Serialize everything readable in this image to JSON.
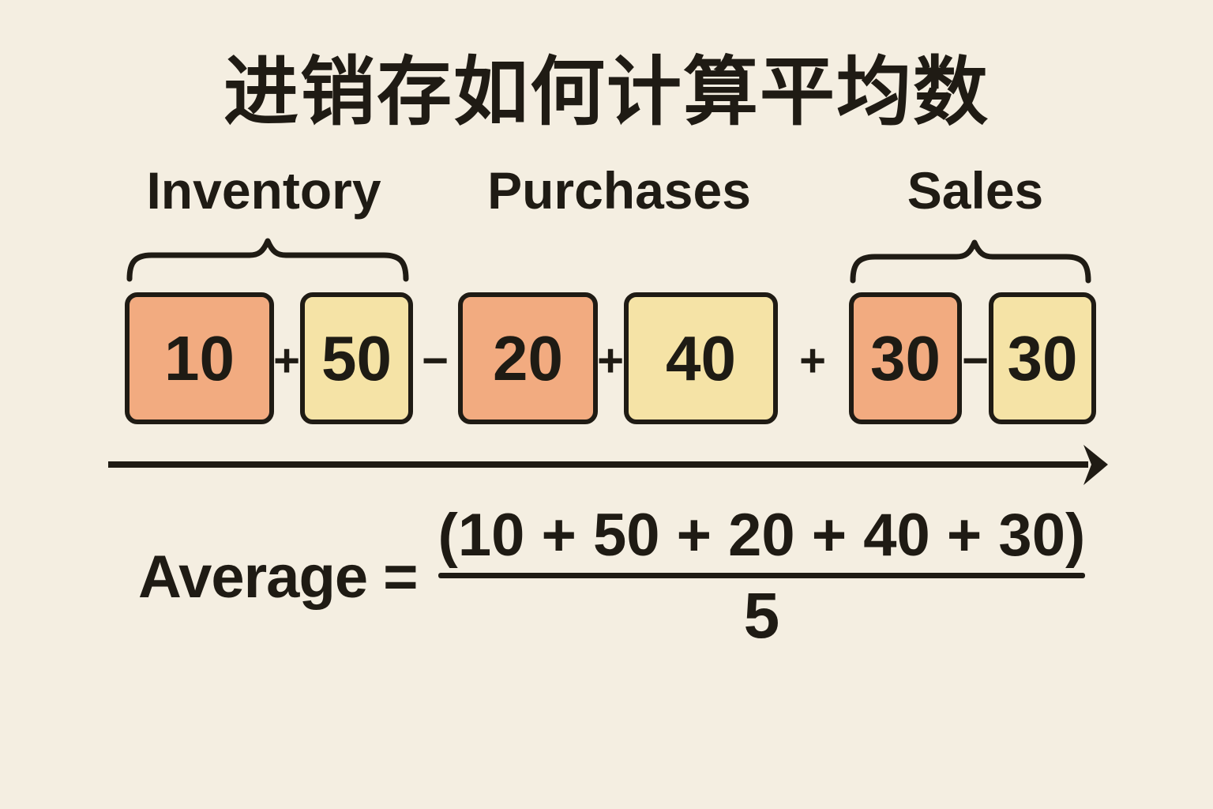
{
  "title": "进销存如何计算平均数",
  "groups": [
    {
      "label": "Inventory",
      "has_brace": true
    },
    {
      "label": "Purchases",
      "has_brace": false
    },
    {
      "label": "Sales",
      "has_brace": true
    }
  ],
  "boxes": [
    {
      "value": "10",
      "fill": "orange",
      "group": "Inventory"
    },
    {
      "value": "50",
      "fill": "yellow",
      "group": "Inventory"
    },
    {
      "value": "20",
      "fill": "orange",
      "group": "Purchases"
    },
    {
      "value": "40",
      "fill": "yellow",
      "group": "Purchases"
    },
    {
      "value": "30",
      "fill": "orange",
      "group": "Sales"
    },
    {
      "value": "30",
      "fill": "yellow",
      "group": "Sales"
    }
  ],
  "operators": [
    "+",
    "−",
    "+",
    "+",
    "−"
  ],
  "formula": {
    "lhs": "Average",
    "equals": "=",
    "numerator": "(10 + 50 + 20 + 40 + 30)",
    "denominator": "5"
  },
  "colors": {
    "background": "#f4eee1",
    "box_orange": "#f2ab80",
    "box_yellow": "#f5e3a6",
    "ink": "#1f1b14"
  }
}
